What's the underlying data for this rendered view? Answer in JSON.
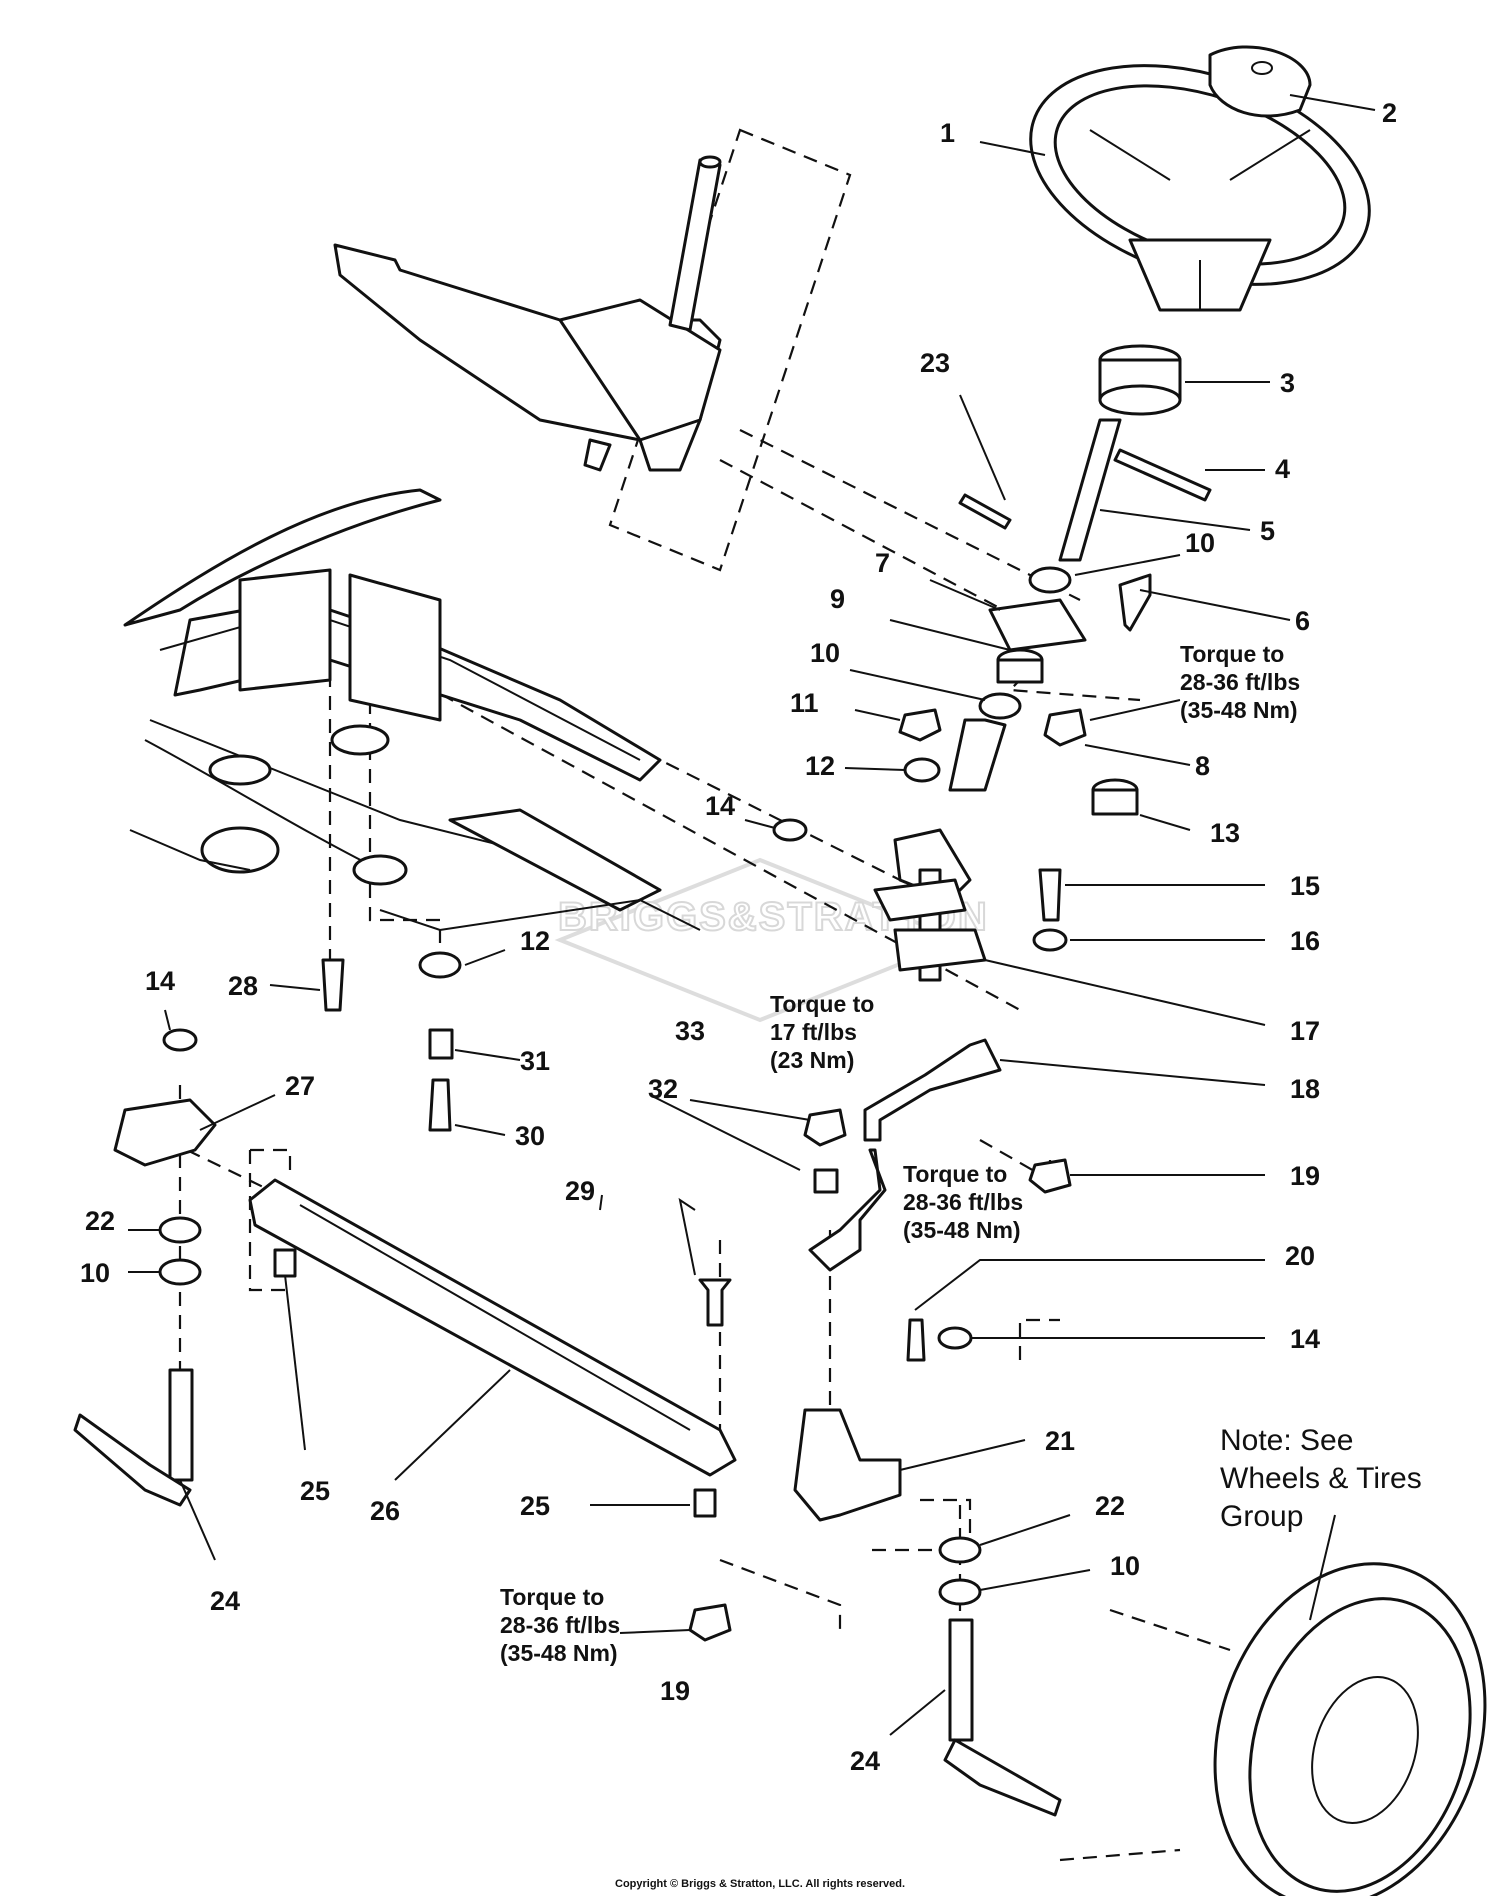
{
  "watermark": "BRIGGS&STRATTON",
  "copyright": "Copyright © Briggs & Stratton, LLC. All rights reserved.",
  "callouts": [
    {
      "id": "c1",
      "label": "1"
    },
    {
      "id": "c2",
      "label": "2"
    },
    {
      "id": "c3",
      "label": "3"
    },
    {
      "id": "c4",
      "label": "4"
    },
    {
      "id": "c5",
      "label": "5"
    },
    {
      "id": "c6",
      "label": "6"
    },
    {
      "id": "c7",
      "label": "7"
    },
    {
      "id": "c8",
      "label": "8"
    },
    {
      "id": "c9",
      "label": "9"
    },
    {
      "id": "c10a",
      "label": "10"
    },
    {
      "id": "c10b",
      "label": "10"
    },
    {
      "id": "c10c",
      "label": "10"
    },
    {
      "id": "c10d",
      "label": "10"
    },
    {
      "id": "c11",
      "label": "11"
    },
    {
      "id": "c12a",
      "label": "12"
    },
    {
      "id": "c12b",
      "label": "12"
    },
    {
      "id": "c13",
      "label": "13"
    },
    {
      "id": "c14a",
      "label": "14"
    },
    {
      "id": "c14b",
      "label": "14"
    },
    {
      "id": "c14c",
      "label": "14"
    },
    {
      "id": "c15",
      "label": "15"
    },
    {
      "id": "c16",
      "label": "16"
    },
    {
      "id": "c17",
      "label": "17"
    },
    {
      "id": "c18",
      "label": "18"
    },
    {
      "id": "c19a",
      "label": "19"
    },
    {
      "id": "c19b",
      "label": "19"
    },
    {
      "id": "c20",
      "label": "20"
    },
    {
      "id": "c21",
      "label": "21"
    },
    {
      "id": "c22a",
      "label": "22"
    },
    {
      "id": "c22b",
      "label": "22"
    },
    {
      "id": "c23",
      "label": "23"
    },
    {
      "id": "c24a",
      "label": "24"
    },
    {
      "id": "c24b",
      "label": "24"
    },
    {
      "id": "c25a",
      "label": "25"
    },
    {
      "id": "c25b",
      "label": "25"
    },
    {
      "id": "c26",
      "label": "26"
    },
    {
      "id": "c27",
      "label": "27"
    },
    {
      "id": "c28",
      "label": "28"
    },
    {
      "id": "c29",
      "label": "29"
    },
    {
      "id": "c30",
      "label": "30"
    },
    {
      "id": "c31",
      "label": "31"
    },
    {
      "id": "c32",
      "label": "32"
    },
    {
      "id": "c33",
      "label": "33"
    }
  ],
  "torque_notes": [
    {
      "lines": [
        "Torque to",
        "28-36 ft/lbs",
        "(35-48 Nm)"
      ]
    },
    {
      "lines": [
        "Torque to",
        "17 ft/lbs",
        "(23 Nm)"
      ]
    },
    {
      "lines": [
        "Torque to",
        "28-36 ft/lbs",
        "(35-48 Nm)"
      ]
    },
    {
      "lines": [
        "Torque to",
        "28-36 ft/lbs",
        "(35-48 Nm)"
      ]
    }
  ],
  "wheel_note": {
    "lines": [
      "Note: See",
      "Wheels & Tires",
      "Group"
    ]
  }
}
